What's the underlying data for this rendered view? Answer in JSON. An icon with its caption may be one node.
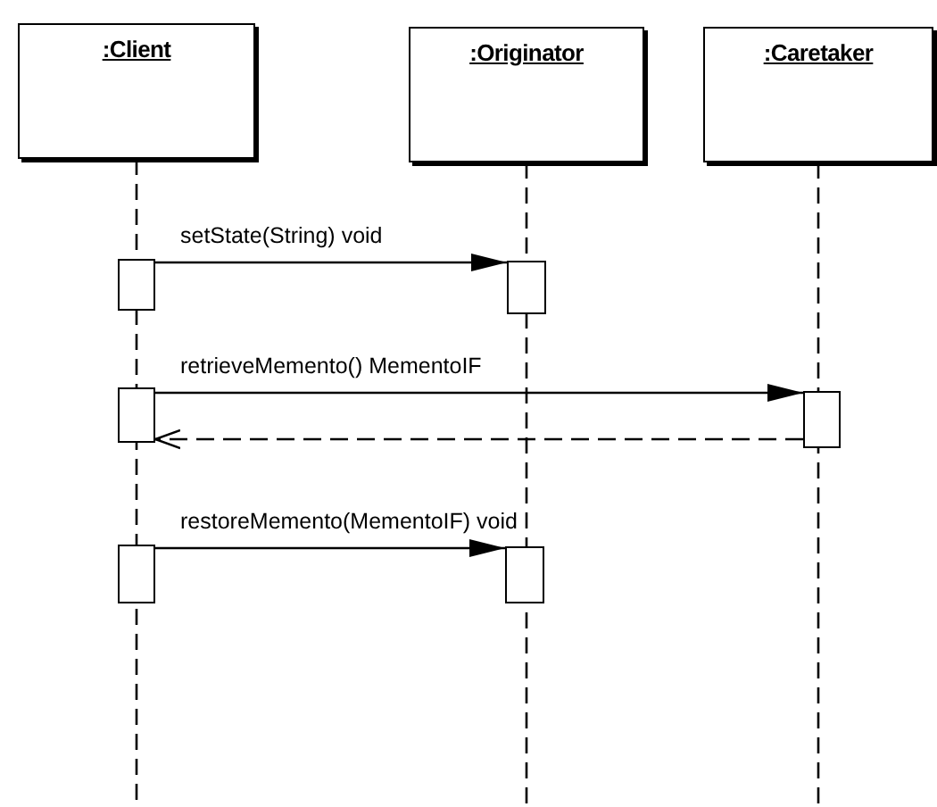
{
  "diagram": {
    "nodes": [
      {
        "text": [
          ":Client"
        ]
      },
      {
        "text": [
          ":Originator"
        ]
      },
      {
        "text": [
          ":Caretaker"
        ]
      },
      {
        "text": [],
        "shape": "box"
      },
      {
        "text": [],
        "shape": "box"
      },
      {
        "text": [],
        "shape": "box"
      },
      {
        "text": [],
        "shape": "box"
      },
      {
        "text": [],
        "shape": "box"
      },
      {
        "text": [],
        "shape": "box"
      }
    ],
    "edges": [
      {
        "from": 3,
        "to": 4,
        "arrow": "to",
        "label": "setState(String) void"
      },
      {
        "from": 5,
        "to": 6,
        "arrow": "to",
        "label": "retrieveMemento() MementoIF"
      },
      {
        "from": 6,
        "to": 5,
        "arrow": "to",
        "style": "dashed"
      },
      {
        "from": 7,
        "to": 8,
        "arrow": "to",
        "label": "restoreMemento(MementoIF) void"
      }
    ]
  }
}
